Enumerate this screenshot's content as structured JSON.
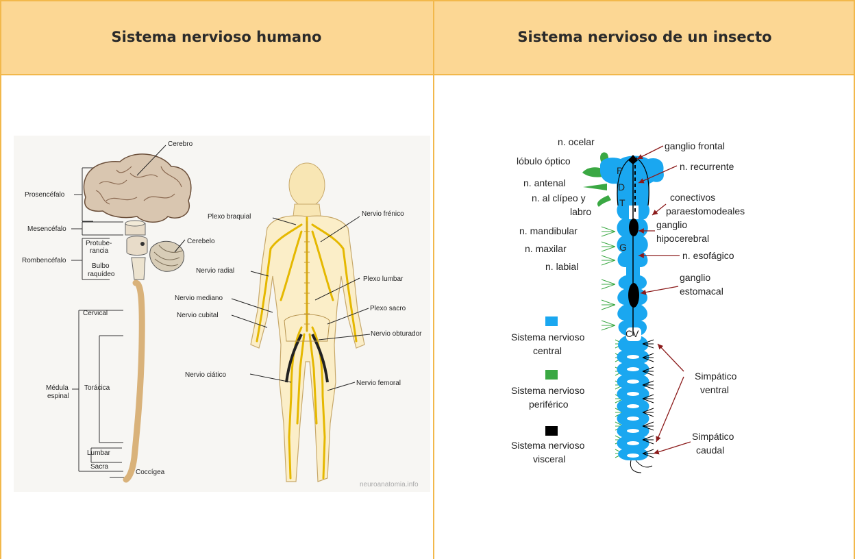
{
  "headers": {
    "left": "Sistema nervioso humano",
    "right": "Sistema nervioso de un insecto"
  },
  "human": {
    "watermark": "neuroanatomia.info",
    "labels": {
      "cerebro": "Cerebro",
      "prosencefalo": "Prosencéfalo",
      "mesencefalo": "Mesencéfalo",
      "rombencefalo": "Rombencéfalo",
      "protuberancia_1": "Protube-",
      "protuberancia_2": "rancia",
      "bulbo_1": "Bulbo",
      "bulbo_2": "raquídeo",
      "cerebelo": "Cerebelo",
      "cervical": "Cervical",
      "medula_1": "Médula",
      "medula_2": "espinal",
      "toracica": "Torácica",
      "lumbar": "Lumbar",
      "sacra": "Sacra",
      "coccigea": "Coccígea",
      "plexo_braquial": "Plexo braquial",
      "nervio_frenico": "Nervio frénico",
      "nervio_radial": "Nervio radial",
      "plexo_lumbar": "Plexo lumbar",
      "nervio_mediano": "Nervio mediano",
      "nervio_cubital": "Nervio cubital",
      "plexo_sacro": "Plexo sacro",
      "nervio_obturador": "Nervio obturador",
      "nervio_ciatico": "Nervio ciático",
      "nervio_femoral": "Nervio femoral"
    }
  },
  "insect": {
    "colors": {
      "central": "#1aa7f0",
      "peripheral": "#3aa843",
      "visceral": "#000000",
      "arrow": "#8b1a1a"
    },
    "letters": {
      "p": "P",
      "d": "D",
      "t": "T",
      "g": "G",
      "cv": "CV"
    },
    "labels": {
      "ocelar": "n. ocelar",
      "lobulo_optico": "lóbulo óptico",
      "antenal": "n. antenal",
      "clipeo_1": "n. al clípeo y",
      "clipeo_2": "labro",
      "mandibular": "n. mandibular",
      "maxilar": "n. maxilar",
      "labial": "n. labial",
      "ganglio_frontal": "ganglio frontal",
      "recurrente": "n. recurrente",
      "conectivos_1": "conectivos",
      "conectivos_2": "paraestomodeales",
      "hipocerebral_1": "ganglio",
      "hipocerebral_2": "hipocerebral",
      "esofagico": "n. esofágico",
      "estomacal_1": "ganglio",
      "estomacal_2": "estomacal",
      "simpatico_ventral_1": "Simpático",
      "simpatico_ventral_2": "ventral",
      "simpatico_caudal_1": "Simpático",
      "simpatico_caudal_2": "caudal"
    },
    "legend": {
      "central_1": "Sistema nervioso",
      "central_2": "central",
      "periferico_1": "Sistema nervioso",
      "periferico_2": "periférico",
      "visceral_1": "Sistema nervioso",
      "visceral_2": "visceral"
    }
  }
}
